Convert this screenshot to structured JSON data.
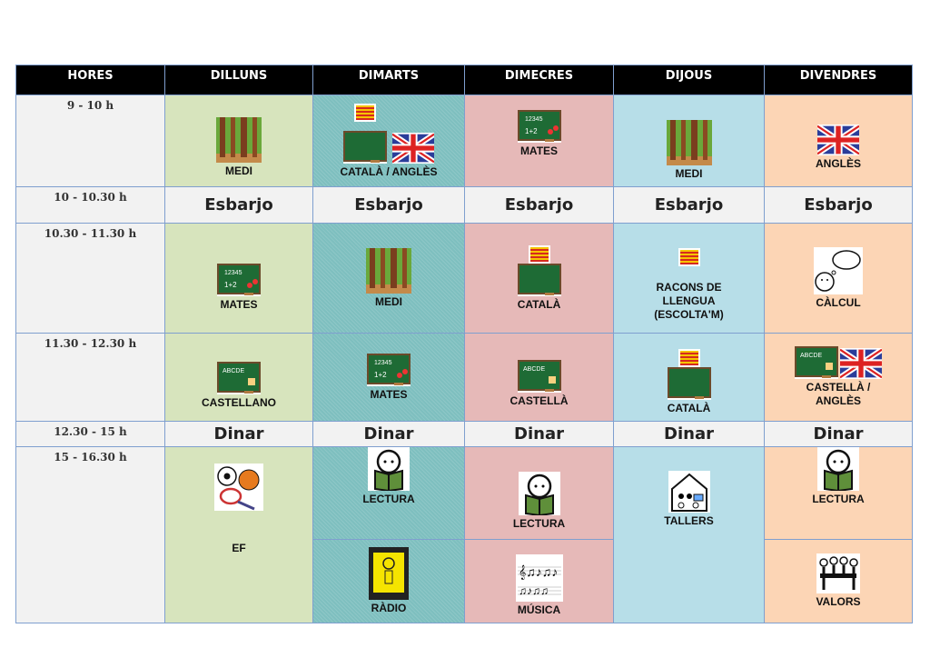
{
  "headers": [
    "HORES",
    "DILLUNS",
    "DIMARTS",
    "DIMECRES",
    "DIJOUS",
    "DIVENDRES"
  ],
  "times": [
    "9 - 10 h",
    "10 - 10.30 h",
    "10.30 - 11.30 h",
    "11.30 - 12.30 h",
    "12.30 - 15 h",
    "15 - 16.30 h"
  ],
  "break_label": "Esbarjo",
  "lunch_label": "Dinar",
  "slots": {
    "r1": {
      "mon": "MEDI",
      "tue": "CATALÀ / ANGLÈS",
      "wed": "MATES",
      "thu": "MEDI",
      "fri": "ANGLÈS"
    },
    "r3": {
      "mon": "MATES",
      "tue": "MEDI",
      "wed": "CATALÀ",
      "thu": "RACONS DE LLENGUA (ESCOLTA'M)",
      "fri": "CÀLCUL"
    },
    "r4": {
      "mon": "CASTELLANO",
      "tue": "MATES",
      "wed": "CASTELLÀ",
      "thu": "CATALÀ",
      "fri": "CASTELLÀ / ANGLÈS"
    },
    "r6": {
      "mon": "EF",
      "tue_a": "LECTURA",
      "tue_b": "RÀDIO",
      "wed_a": "LECTURA",
      "wed_b": "MÚSICA",
      "thu": "TALLERS",
      "fri_a": "LECTURA",
      "fri_b": "VALORS"
    }
  },
  "colors": {
    "dilluns": "#d7e4bd",
    "dimarts": "#7ebfbf",
    "dimecres": "#e6b9b8",
    "dijous": "#b7dee8",
    "divendres": "#fcd5b5"
  }
}
